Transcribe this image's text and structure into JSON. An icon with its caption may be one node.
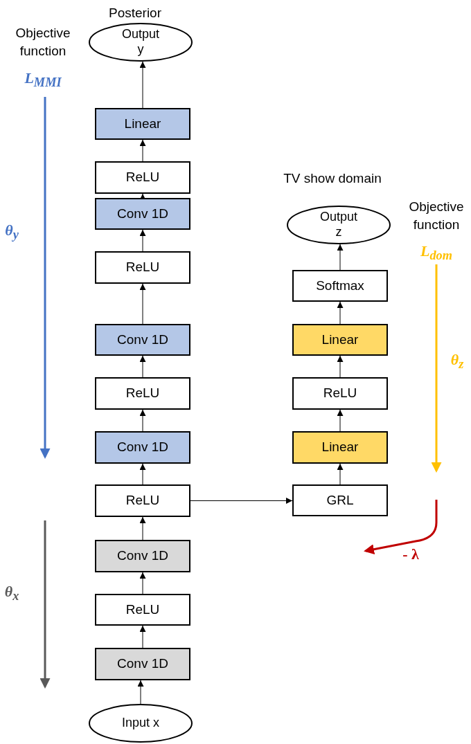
{
  "diagram": {
    "nodes": [
      {
        "text": [
          "Output y"
        ]
      },
      {
        "text": [
          "Linear"
        ]
      },
      {
        "text": [
          "ReLU"
        ]
      },
      {
        "text": [
          "Conv 1D"
        ]
      },
      {
        "text": [
          "ReLU"
        ]
      },
      {
        "text": [
          "Conv 1D"
        ]
      },
      {
        "text": [
          "ReLU"
        ]
      },
      {
        "text": [
          "Conv 1D"
        ]
      },
      {
        "text": [
          "ReLU"
        ]
      },
      {
        "text": [
          "Conv 1D"
        ]
      },
      {
        "text": [
          "ReLU"
        ]
      },
      {
        "text": [
          "Conv 1D"
        ]
      },
      {
        "text": [
          "Input x"
        ]
      },
      {
        "text": [
          "Output z"
        ]
      },
      {
        "text": [
          "Softmax"
        ]
      },
      {
        "text": [
          "Linear"
        ]
      },
      {
        "text": [
          "ReLU"
        ]
      },
      {
        "text": [
          "Linear"
        ]
      },
      {
        "text": [
          "GRL"
        ]
      }
    ],
    "edges": [
      {
        "from": 12,
        "to": 11,
        "arrow": "to"
      },
      {
        "from": 11,
        "to": 10,
        "arrow": "to"
      },
      {
        "from": 10,
        "to": 9,
        "arrow": "to"
      },
      {
        "from": 9,
        "to": 8,
        "arrow": "to"
      },
      {
        "from": 8,
        "to": 7,
        "arrow": "to"
      },
      {
        "from": 7,
        "to": 6,
        "arrow": "to"
      },
      {
        "from": 6,
        "to": 5,
        "arrow": "to"
      },
      {
        "from": 5,
        "to": 4,
        "arrow": "to"
      },
      {
        "from": 4,
        "to": 3,
        "arrow": "to"
      },
      {
        "from": 3,
        "to": 2,
        "arrow": "to"
      },
      {
        "from": 2,
        "to": 1,
        "arrow": "to"
      },
      {
        "from": 1,
        "to": 0,
        "arrow": "to"
      },
      {
        "from": 8,
        "to": 18,
        "arrow": "to"
      },
      {
        "from": 18,
        "to": 17,
        "arrow": "to"
      },
      {
        "from": 17,
        "to": 16,
        "arrow": "to"
      },
      {
        "from": 16,
        "to": 15,
        "arrow": "to"
      },
      {
        "from": 15,
        "to": 14,
        "arrow": "to"
      },
      {
        "from": 14,
        "to": 13,
        "arrow": "to"
      }
    ],
    "labels": [
      "Posterior",
      "Objective function",
      "L$_{MMI}$",
      "θ$_{y}$",
      "TV show domain",
      "Objective function",
      "L$_{dom}$",
      "θ$_{z}$",
      "θ$_{x}$",
      "- λ"
    ]
  }
}
